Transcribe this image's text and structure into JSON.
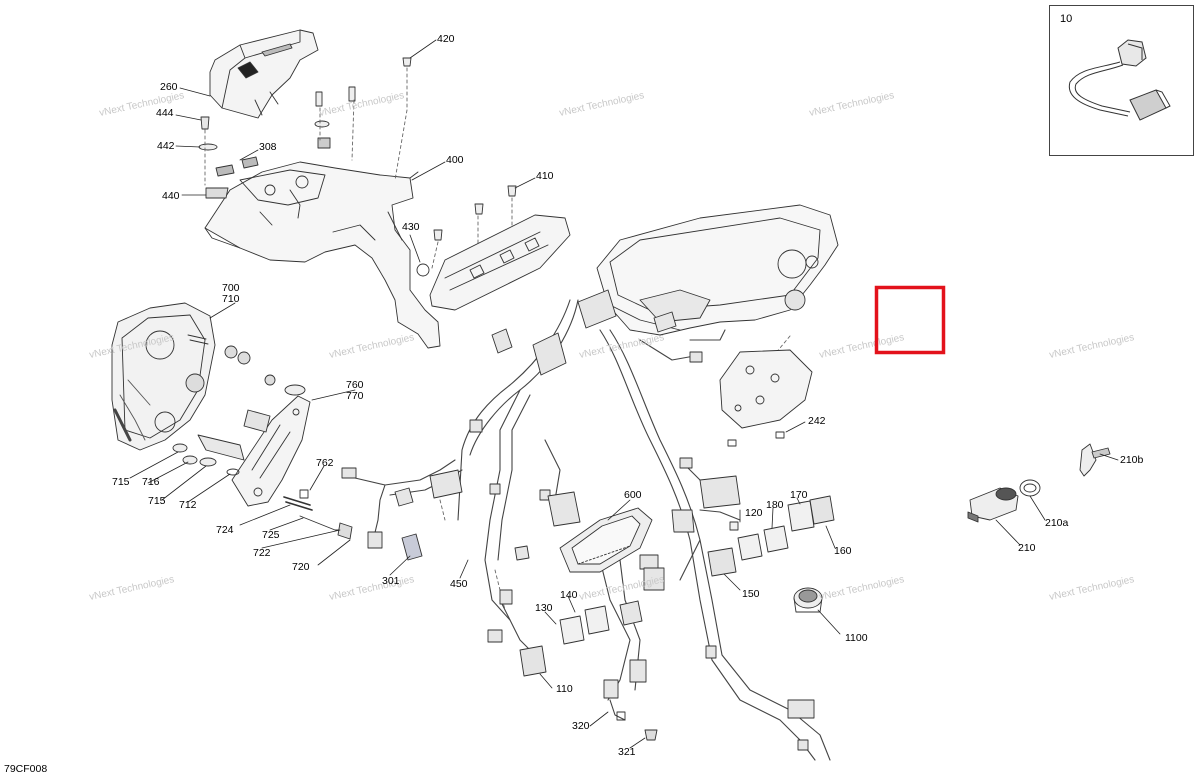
{
  "callouts": {
    "c420": "420",
    "c260": "260",
    "c444": "444",
    "c442": "442",
    "c440": "440",
    "c308": "308",
    "c400": "400",
    "c410": "410",
    "c430": "430",
    "c700": "700",
    "c710": "710",
    "c760": "760",
    "c770": "770",
    "c715": "715",
    "c716": "716",
    "c712": "712",
    "c724": "724",
    "c725": "725",
    "c722": "722",
    "c720": "720",
    "c762": "762",
    "c301": "301",
    "c450": "450",
    "c600": "600",
    "c120": "120",
    "c180": "180",
    "c170": "170",
    "c160": "160",
    "c150": "150",
    "c242": "242",
    "c210b": "210b",
    "c210a": "210a",
    "c210": "210",
    "c130": "130",
    "c140": "140",
    "c110": "110",
    "c320": "320",
    "c321": "321",
    "c1100": "1100",
    "c10": "10"
  },
  "watermark": {
    "line1": "vNext",
    "line2": "Technologies",
    "combined": "vNext Technologies"
  },
  "doc_id": "79CF008",
  "highlight_color": "#e3121b"
}
